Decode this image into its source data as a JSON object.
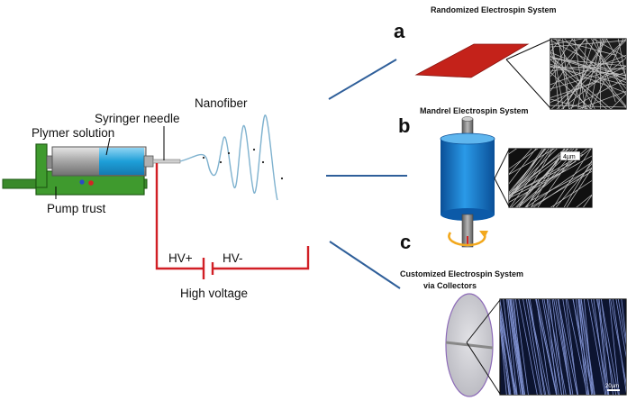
{
  "labels": {
    "nanofiber": "Nanofiber",
    "syringe_needle": "Syringer needle",
    "polymer_solution": "Plymer solution",
    "pump_trust": "Pump trust",
    "hv_plus": "HV+",
    "hv_minus": "HV-",
    "high_voltage": "High voltage",
    "scale_b": "4µm",
    "scale_c": "20µm"
  },
  "panels": [
    {
      "letter": "a",
      "title": "Randomized Electrospin System"
    },
    {
      "letter": "b",
      "title": "Mandrel Electrospin System"
    },
    {
      "letter": "c",
      "title_line1": "Customized  Electrospin System",
      "title_line2": "via Collectors"
    }
  ],
  "colors": {
    "circuit": "#d11f25",
    "pump_frame": "#3a8a2a",
    "syringe_fluid": "#1e9fd8",
    "connector_line": "#2f5f9a",
    "collector_plate": "#c4221a",
    "mandrel": "#1d7fd0",
    "sem_dark": "#101010",
    "sem_c": "#0c1430"
  }
}
